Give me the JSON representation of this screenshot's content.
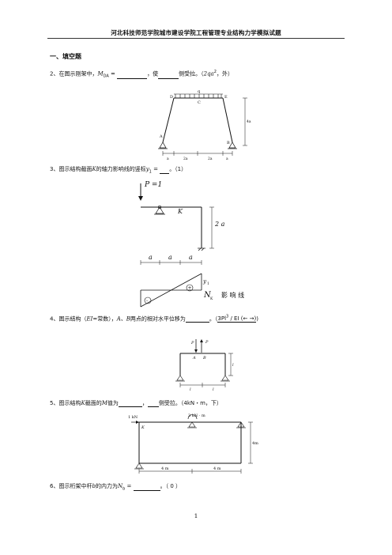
{
  "header": {
    "title": "河北科技师范学院城市建设学院工程管理专业结构力学模拟试题"
  },
  "section": {
    "title": "一、填空题"
  },
  "questions": {
    "q2": {
      "text_a": "2、在图示刚架中，",
      "math": "M",
      "sub": "DA",
      "text_b": " = ",
      "text_c": "，使",
      "text_d": "侧受拉。（",
      "answer": "2qa",
      "sup": "2",
      "text_e": "，外）"
    },
    "q3": {
      "text_a": "3、图示结构截面",
      "k": "K",
      "text_b": "的轴力影响线的竖标",
      "y": "y",
      "ysub": "1",
      "text_c": " = ",
      "text_d": "。（1）"
    },
    "q4": {
      "text_a": "4、图示结构（",
      "ei": "EI",
      "text_b": "=常数），",
      "ab": "A、B",
      "text_c": "两点的相对水平位移为",
      "text_d": "。（",
      "answer": "3Pl",
      "sup": "3",
      "answer_b": " / EI (← →)"
    },
    "q5": {
      "text_a": "5、图示结构",
      "k": "K",
      "text_b": "截面的",
      "m": "M",
      "text_c": "值为",
      "text_d": "，",
      "text_e": "侧受拉。（4kN・m，下）"
    },
    "q6": {
      "text_a": "6、图示桁架中杆",
      "b": "b",
      "text_b": "的内力为",
      "n": "N",
      "nsub": "b",
      "text_c": " = ",
      "text_d": "。（ 0 ）"
    }
  },
  "fig1": {
    "D": "D",
    "E": "E",
    "C": "C",
    "q": "q",
    "A": "A",
    "B": "B",
    "h": "4a",
    "d1": "a",
    "d2": "2a",
    "d3": "2a",
    "d4": "a"
  },
  "fig2": {
    "P": "P =1",
    "K": "K",
    "h": "2 a",
    "a1": "a",
    "a2": "a",
    "a3": "a",
    "y1": "y",
    "y1sub": "1",
    "N": "N",
    "Nsub": "K",
    "caption": "影 响 线",
    "plus": "+",
    "minus": "-"
  },
  "fig3": {
    "P1": "P",
    "P2": "P",
    "A": "A",
    "B": "B",
    "h": "l",
    "l1": "l",
    "l2": "l"
  },
  "fig4": {
    "F": "1 kN",
    "K": "K",
    "M": "3 kN · m",
    "h": "4m",
    "l1": "4 m",
    "l2": "4 m"
  },
  "footer": {
    "page": "1"
  }
}
